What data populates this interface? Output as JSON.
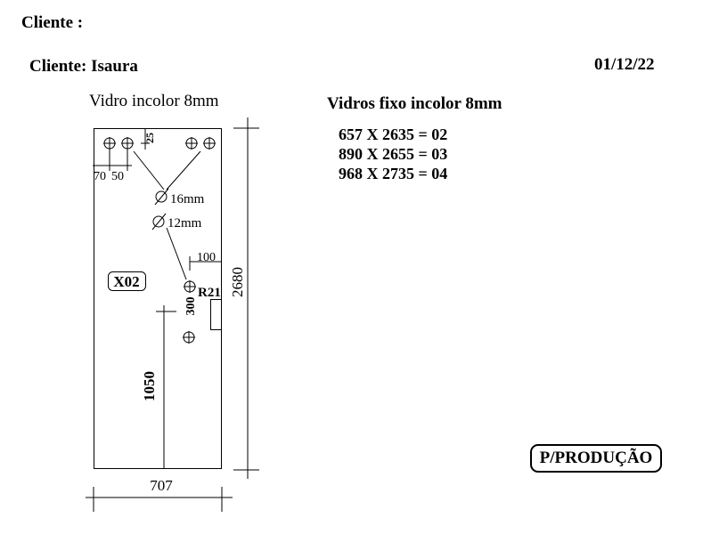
{
  "header": {
    "cliente_label": "Cliente :"
  },
  "info": {
    "cliente_name": "Cliente: Isaura",
    "date": "01/12/22"
  },
  "glass": {
    "title": "Vidro incolor 8mm"
  },
  "fixed_glass": {
    "title": "Vidros fixo incolor 8mm",
    "measurements": [
      "657 X 2635 = 02",
      "890 X 2655 = 03",
      "968 X 2735 = 04"
    ]
  },
  "drawing": {
    "label_x02": "X02",
    "hole_16": "16mm",
    "hole_12": "12mm",
    "dim_25": "25",
    "dim_70": "70",
    "dim_50": "50",
    "dim_100": "100",
    "radius_label": "R21",
    "dim_300": "300",
    "dim_1050": "1050",
    "dim_2680": "2680",
    "dim_707": "707",
    "diameter_symbol": "Ø"
  },
  "footer": {
    "production_label": "P/PRODUÇÃO"
  }
}
